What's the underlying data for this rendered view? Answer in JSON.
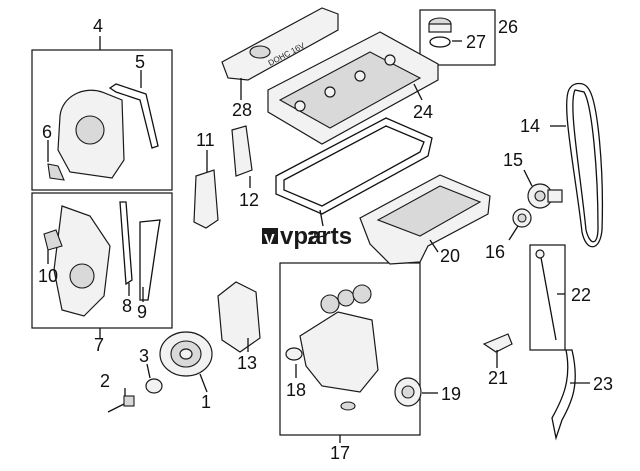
{
  "diagram": {
    "callouts": [
      "1",
      "2",
      "3",
      "4",
      "5",
      "6",
      "7",
      "8",
      "9",
      "10",
      "11",
      "12",
      "13",
      "14",
      "15",
      "16",
      "17",
      "18",
      "19",
      "20",
      "21",
      "22",
      "23",
      "24",
      "25",
      "26",
      "27",
      "28"
    ],
    "embossed_text": "DOHC 16V"
  },
  "watermark": {
    "mark": "V",
    "text": "vparts"
  }
}
